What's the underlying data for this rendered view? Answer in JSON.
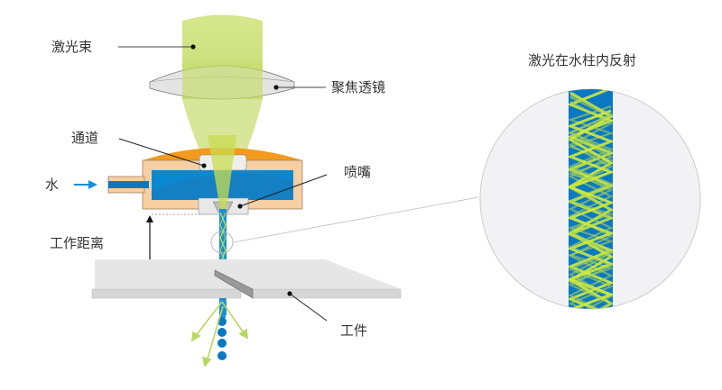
{
  "labels": {
    "laser_beam": "激光束",
    "focusing_lens": "聚焦透镜",
    "channel": "通道",
    "nozzle": "喷嘴",
    "water": "水",
    "working_distance": "工作距离",
    "workpiece": "工件",
    "inset_title": "激光在水柱内反射"
  },
  "colors": {
    "laser_green": "#c7dc6e",
    "laser_bright": "#c8e03c",
    "water_blue": "#0a78c2",
    "water_light": "#1a8fd6",
    "nozzle_top": "#f39a1e",
    "nozzle_body": "#f6cfa2",
    "lens_gray": "#dddddd",
    "plate_gray": "#e6e6e6",
    "inset_bg": "#f2f2f4",
    "text": "#333333"
  }
}
